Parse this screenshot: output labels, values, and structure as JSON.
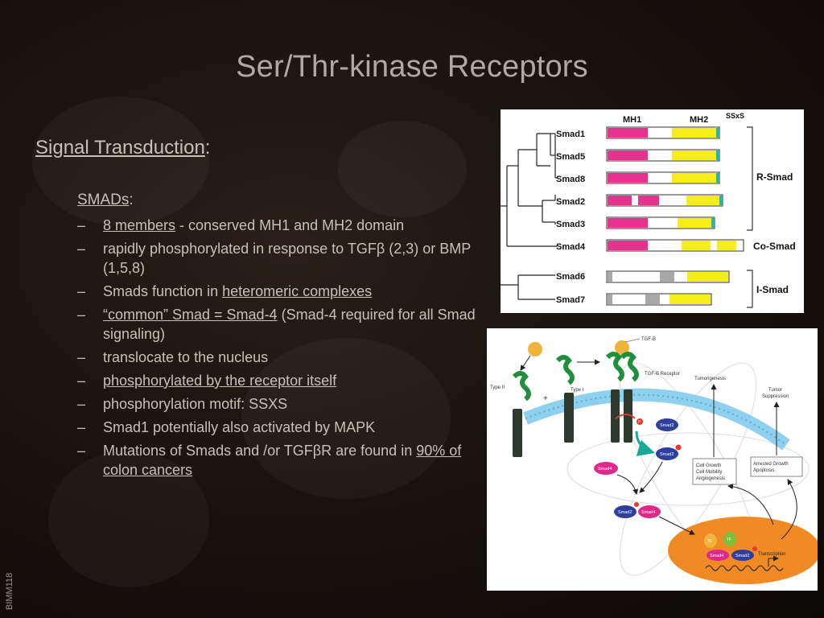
{
  "slide": {
    "title": "Ser/Thr-kinase Receptors",
    "heading": "Signal Transduction",
    "heading_suffix": ":",
    "subheading": "SMADs",
    "subheading_suffix": ":",
    "footer": "BIMM118"
  },
  "bullets": {
    "b1_link": "8 members",
    "b1_text": " - conserved MH1 and MH2 domain",
    "b2_text": "rapidly phosphorylated in response to TGFβ (2,3) or BMP (1,5,8)",
    "b3_text": "Smads function in ",
    "b3_link": "heteromeric complexes",
    "b4_link": "“common” Smad = Smad-4",
    "b4_text": " (Smad-4 required for all Smad signaling)",
    "b5_text": "translocate to the nucleus",
    "b6_link": "phosphorylated by the receptor itself",
    "b7_text": "phosphorylation  motif: SSXS",
    "b8_text": "Smad1 potentially also activated by MAPK",
    "b9_text": "Mutations of Smads and /or TGFβR are found in ",
    "b9_link": "90% of colon cancers",
    "dash": "–"
  },
  "domain_figure": {
    "mh1": "MH1",
    "mh2": "MH2",
    "ssxs": "SSxS",
    "rows": [
      "Smad1",
      "Smad5",
      "Smad8",
      "Smad2",
      "Smad3",
      "Smad4",
      "Smad6",
      "Smad7"
    ],
    "groups": [
      "R-Smad",
      "Co-Smad",
      "I-Smad"
    ],
    "colors": {
      "mh1": "#e8338e",
      "mh2": "#f5ee1a",
      "ssxs": "#2bb5a6",
      "gray": "#a8a8a8"
    }
  },
  "pathway_figure": {
    "tgfb": "TGF-B",
    "type2": "Type II",
    "type1": "Type I",
    "receptor": "TGF-B Receptor",
    "plus": "+",
    "smad2": "Smad2",
    "smad4": "Smad4",
    "p": "P",
    "tf": "TF",
    "tumorigenesis": "Tumorigenesis",
    "tumor_suppression_1": "Tumor",
    "tumor_suppression_2": "Suppression",
    "box1": [
      "Cell Growth",
      "Cell Mobility",
      "Angiogenesis"
    ],
    "box2": [
      "Arrested Growth",
      "Apoptosis"
    ],
    "transcription": "Transcription",
    "colors": {
      "nucleus": "#f08a24",
      "membrane": "#8fd0ee",
      "receptor": "#2e3a2e",
      "ligand": "#f0b43c",
      "smad2": "#2f3f9e",
      "smad4": "#e0288a",
      "phos": "#e8382d",
      "arrow": "#1aa89a"
    }
  }
}
